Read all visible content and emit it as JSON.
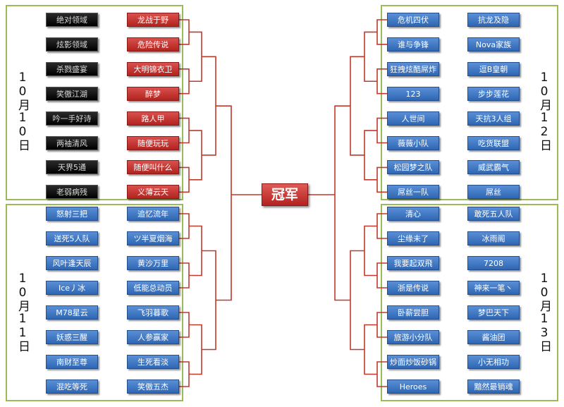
{
  "champion_label": "冠军",
  "quadrants": [
    {
      "id": "q1",
      "date": "10月10日",
      "left_style": "black",
      "right_style": "red",
      "rows": [
        [
          "绝对领域",
          "龙战于野"
        ],
        [
          "炫影领域",
          "危险传说"
        ],
        [
          "杀戮盛宴",
          "大明锦衣卫"
        ],
        [
          "笑傲江湖",
          "醉梦"
        ],
        [
          "吟一手好诗",
          "路人甲"
        ],
        [
          "两袖清风",
          "随便玩玩"
        ],
        [
          "天界5通",
          "随便叫什么"
        ],
        [
          "老弱病残",
          "义薄云天"
        ]
      ]
    },
    {
      "id": "q2",
      "date": "10月12日",
      "left_style": "blue",
      "right_style": "blue",
      "rows": [
        [
          "危机四伏",
          "抗龙及隐"
        ],
        [
          "谁与争锋",
          "Nova家族"
        ],
        [
          "狂拽炫酷屌炸",
          "逗B皇朝"
        ],
        [
          "123",
          "步步莲花"
        ],
        [
          "人世间",
          "天抗3人组"
        ],
        [
          "薇薇小队",
          "吃货联盟"
        ],
        [
          "松园梦之队",
          "威武霸气"
        ],
        [
          "屌丝一队",
          "屌丝"
        ]
      ]
    },
    {
      "id": "q3",
      "date": "10月11日",
      "left_style": "blue",
      "right_style": "blue",
      "rows": [
        [
          "怒射三把",
          "追忆流年"
        ],
        [
          "送死5人队",
          "ツ半夏烟海"
        ],
        [
          "风叶逢天辰",
          "黄沙万里"
        ],
        [
          "Ice丿冰",
          "低能总动员"
        ],
        [
          "M78星云",
          "飞羽暮歌"
        ],
        [
          "妖惑三醒",
          "人参赢家"
        ],
        [
          "南财至尊",
          "生死看淡"
        ],
        [
          "混吃等死",
          "笑傲五杰"
        ]
      ]
    },
    {
      "id": "q4",
      "date": "10月13日",
      "left_style": "blue",
      "right_style": "blue",
      "rows": [
        [
          "清心",
          "敢死五人队"
        ],
        [
          "尘缘未了",
          "冰雨阁"
        ],
        [
          "我要起双飛",
          "7208"
        ],
        [
          "浙是传说",
          "神来一笔丶"
        ],
        [
          "卧薪尝胆",
          "梦巴天下"
        ],
        [
          "旅游小分队",
          "酱油团"
        ],
        [
          "炒面炒饭砂锅",
          "小无相功"
        ],
        [
          "Heroes",
          "黯然最销魂"
        ]
      ]
    }
  ],
  "colors": {
    "frame": "#9bbb59",
    "line": "#c0392b"
  }
}
